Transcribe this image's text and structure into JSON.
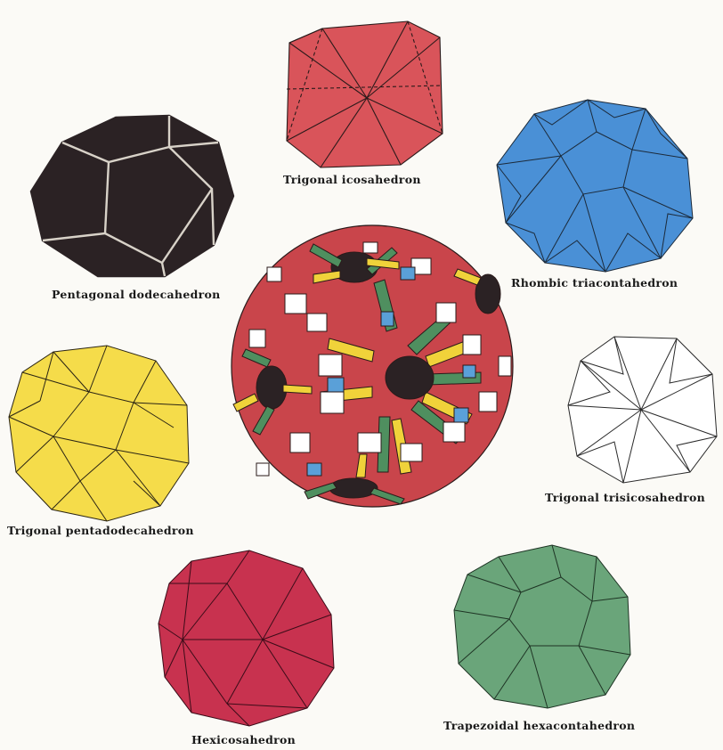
{
  "labels": {
    "trigonal_icosahedron": "Trigonal icosahedron",
    "pentagonal_dodecahedron": "Pentagonal dodecahedron",
    "rhombic_triacontahedron": "Rhombic triacontahedron",
    "trigonal_pentadodecahedron": "Trigonal pentadodecahedron",
    "trigonal_trisicosahedron": "Trigonal trisicosahedron",
    "hexicosahedron": "Hexicosahedron",
    "trapezoidal_hexacontahedron": "Trapezoidal hexacontahedron"
  },
  "colors": {
    "red": "#d9545a",
    "black": "#2b2224",
    "blue": "#4a90d6",
    "yellow": "#f5dc4a",
    "white": "#ffffff",
    "crimson": "#c8324f",
    "green": "#6aa57a",
    "sphere_red": "#c9454b",
    "sphere_green": "#4f8f5f",
    "sphere_yellow": "#f0d23a",
    "sphere_blue": "#5aa0d8"
  }
}
